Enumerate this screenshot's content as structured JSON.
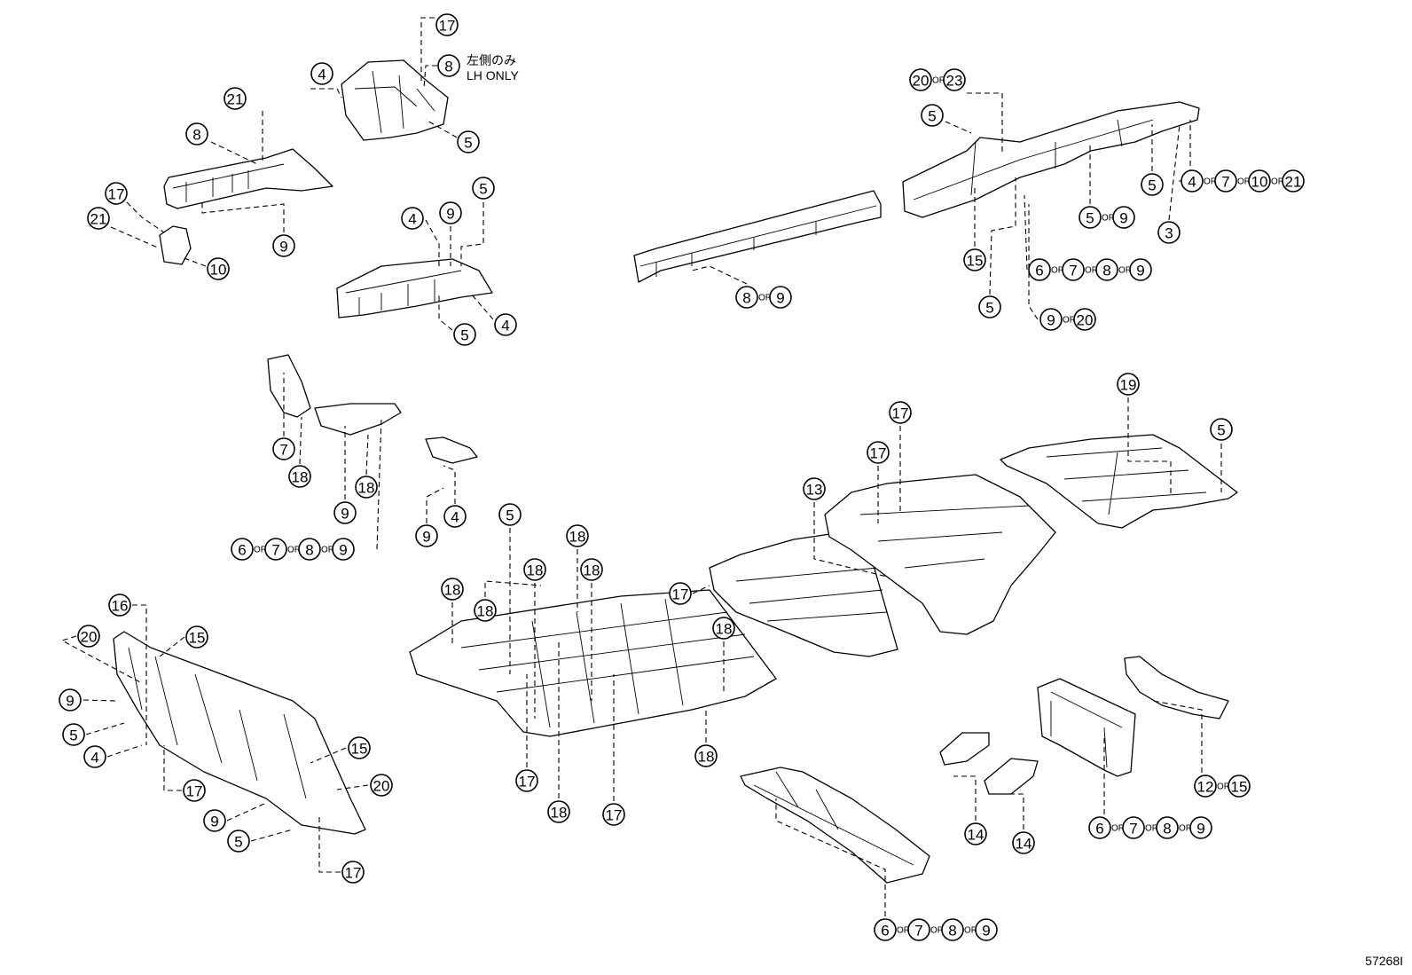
{
  "note": {
    "line1": "左側のみ",
    "line2": "LH ONLY"
  },
  "figure_id": "57268I",
  "or_word": "OR",
  "callouts": [
    {
      "id": "c1",
      "parts": [
        "17"
      ]
    },
    {
      "id": "c2",
      "parts": [
        "8"
      ]
    },
    {
      "id": "c3",
      "parts": [
        "4"
      ]
    },
    {
      "id": "c4",
      "parts": [
        "5"
      ]
    },
    {
      "id": "c5",
      "parts": [
        "21"
      ]
    },
    {
      "id": "c6",
      "parts": [
        "8"
      ]
    },
    {
      "id": "c7",
      "parts": [
        "17"
      ]
    },
    {
      "id": "c8",
      "parts": [
        "21"
      ]
    },
    {
      "id": "c9",
      "parts": [
        "10"
      ]
    },
    {
      "id": "c10",
      "parts": [
        "9"
      ]
    },
    {
      "id": "c11",
      "parts": [
        "4"
      ]
    },
    {
      "id": "c12",
      "parts": [
        "9"
      ]
    },
    {
      "id": "c13",
      "parts": [
        "5"
      ]
    },
    {
      "id": "c14",
      "parts": [
        "5"
      ]
    },
    {
      "id": "c15",
      "parts": [
        "4"
      ]
    },
    {
      "id": "c16",
      "parts": [
        "20",
        "23"
      ]
    },
    {
      "id": "c17",
      "parts": [
        "5"
      ]
    },
    {
      "id": "c18",
      "parts": [
        "5"
      ]
    },
    {
      "id": "c19",
      "parts": [
        "4",
        "7",
        "10",
        "21"
      ]
    },
    {
      "id": "c20",
      "parts": [
        "5",
        "9"
      ]
    },
    {
      "id": "c21",
      "parts": [
        "3"
      ]
    },
    {
      "id": "c22",
      "parts": [
        "15"
      ]
    },
    {
      "id": "c23",
      "parts": [
        "6",
        "7",
        "8",
        "9"
      ]
    },
    {
      "id": "c24",
      "parts": [
        "5"
      ]
    },
    {
      "id": "c25",
      "parts": [
        "9",
        "20"
      ]
    },
    {
      "id": "c26",
      "parts": [
        "8",
        "9"
      ]
    },
    {
      "id": "c27",
      "parts": [
        "7"
      ]
    },
    {
      "id": "c28",
      "parts": [
        "18"
      ]
    },
    {
      "id": "c29",
      "parts": [
        "18"
      ]
    },
    {
      "id": "c30",
      "parts": [
        "9"
      ]
    },
    {
      "id": "c31",
      "parts": [
        "6",
        "7",
        "8",
        "9"
      ]
    },
    {
      "id": "c32",
      "parts": [
        "4"
      ]
    },
    {
      "id": "c33",
      "parts": [
        "9"
      ]
    },
    {
      "id": "c34",
      "parts": [
        "19"
      ]
    },
    {
      "id": "c35",
      "parts": [
        "5"
      ]
    },
    {
      "id": "c36",
      "parts": [
        "17"
      ]
    },
    {
      "id": "c37",
      "parts": [
        "17"
      ]
    },
    {
      "id": "c38",
      "parts": [
        "13"
      ]
    },
    {
      "id": "c39",
      "parts": [
        "5"
      ]
    },
    {
      "id": "c40",
      "parts": [
        "18"
      ]
    },
    {
      "id": "c41",
      "parts": [
        "18"
      ]
    },
    {
      "id": "c42",
      "parts": [
        "18"
      ]
    },
    {
      "id": "c43",
      "parts": [
        "18"
      ]
    },
    {
      "id": "c44",
      "parts": [
        "18"
      ]
    },
    {
      "id": "c45",
      "parts": [
        "17"
      ]
    },
    {
      "id": "c46",
      "parts": [
        "18"
      ]
    },
    {
      "id": "c47",
      "parts": [
        "18"
      ]
    },
    {
      "id": "c48",
      "parts": [
        "17"
      ]
    },
    {
      "id": "c49",
      "parts": [
        "18"
      ]
    },
    {
      "id": "c50",
      "parts": [
        "17"
      ]
    },
    {
      "id": "c51",
      "parts": [
        "16"
      ]
    },
    {
      "id": "c52",
      "parts": [
        "20"
      ]
    },
    {
      "id": "c53",
      "parts": [
        "15"
      ]
    },
    {
      "id": "c54",
      "parts": [
        "9"
      ]
    },
    {
      "id": "c55",
      "parts": [
        "5"
      ]
    },
    {
      "id": "c56",
      "parts": [
        "4"
      ]
    },
    {
      "id": "c57",
      "parts": [
        "17"
      ]
    },
    {
      "id": "c58",
      "parts": [
        "15"
      ]
    },
    {
      "id": "c59",
      "parts": [
        "20"
      ]
    },
    {
      "id": "c60",
      "parts": [
        "9"
      ]
    },
    {
      "id": "c61",
      "parts": [
        "5"
      ]
    },
    {
      "id": "c62",
      "parts": [
        "17"
      ]
    },
    {
      "id": "c63",
      "parts": [
        "14"
      ]
    },
    {
      "id": "c64",
      "parts": [
        "14"
      ]
    },
    {
      "id": "c65",
      "parts": [
        "6",
        "7",
        "8",
        "9"
      ]
    },
    {
      "id": "c66",
      "parts": [
        "12",
        "15"
      ]
    },
    {
      "id": "c67",
      "parts": [
        "6",
        "7",
        "8",
        "9"
      ]
    }
  ]
}
